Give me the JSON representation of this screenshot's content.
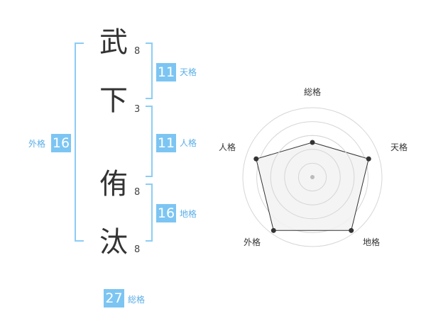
{
  "name_chars": [
    {
      "char": "武",
      "strokes": "8"
    },
    {
      "char": "下",
      "strokes": "3"
    },
    {
      "char": "侑",
      "strokes": "8"
    },
    {
      "char": "汰",
      "strokes": "8"
    }
  ],
  "kaku": {
    "tenkaku": {
      "label": "天格",
      "value": "11"
    },
    "jinkaku": {
      "label": "人格",
      "value": "11"
    },
    "chikaku": {
      "label": "地格",
      "value": "16"
    },
    "gaikaku": {
      "label": "外格",
      "value": "16"
    },
    "soukaku": {
      "label": "総格",
      "value": "27"
    }
  },
  "radar": {
    "axes": [
      "総格",
      "天格",
      "地格",
      "外格",
      "人格"
    ],
    "values": [
      0.5,
      0.85,
      0.95,
      0.95,
      0.85
    ],
    "colors": {
      "fill": "#f2f2f2",
      "line": "#333333",
      "ring": "#d6d6d6",
      "center": "#bbbbbb"
    }
  },
  "colors": {
    "badge": "#7cc5f3",
    "bracket": "#8ccdf5",
    "label": "#5aaee6"
  }
}
